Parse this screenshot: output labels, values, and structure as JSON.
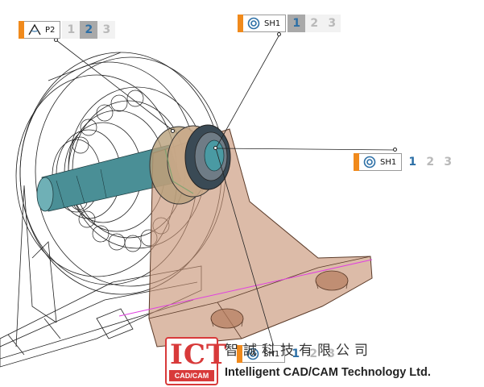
{
  "annotations": {
    "p2": {
      "label": "P2",
      "icon": "angle-measure-icon",
      "numbers": [
        "1",
        "2",
        "3"
      ],
      "active": "2"
    },
    "sh1_top": {
      "label": "SH1",
      "icon": "concentric-icon",
      "numbers": [
        "1",
        "2",
        "3"
      ],
      "active": "1"
    },
    "sh1_right": {
      "label": "SH1",
      "icon": "concentric-icon",
      "numbers": [
        "1",
        "2",
        "3"
      ],
      "active": "1"
    },
    "sh1_bottom": {
      "label": "SH1",
      "icon": "concentric-icon",
      "numbers": [
        "1",
        "2",
        "3"
      ],
      "active": "1"
    }
  },
  "logo": {
    "mark": "ICT",
    "mark_sub": "CAD/CAM",
    "chinese": "智誠科技有限公司",
    "english": "Intelligent CAD/CAM Technology Ltd."
  },
  "colors": {
    "accent_orange": "#f08a1c",
    "active_number_blue": "#2c6fa6",
    "bracket_fill": "#c79273",
    "shaft_fill": "#4a8f96",
    "logo_red": "#d83a3a",
    "guide_line_magenta": "#e040e0"
  }
}
